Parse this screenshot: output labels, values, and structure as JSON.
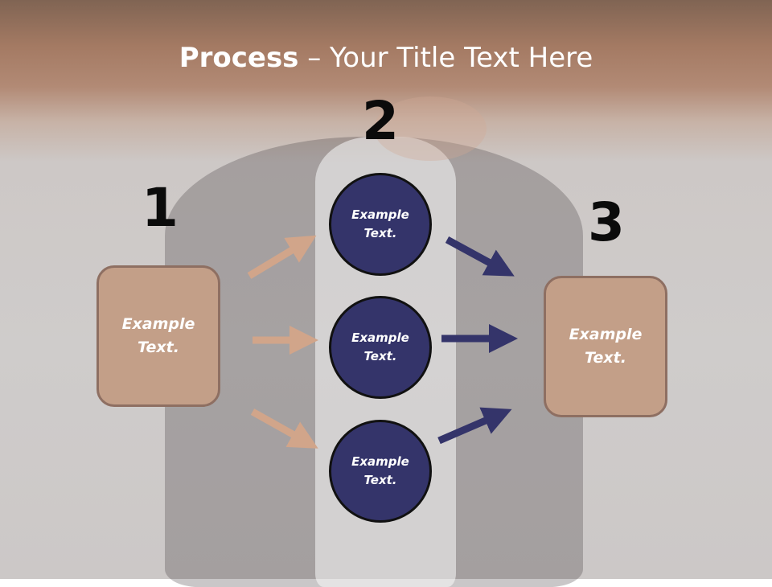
{
  "title": {
    "bold": "Process",
    "rest": " – Your Title Text Here"
  },
  "steps": [
    {
      "number": "1",
      "text": "Example\nText."
    },
    {
      "number": "2",
      "nodes": [
        {
          "text": "Example\nText."
        },
        {
          "text": "Example\nText."
        },
        {
          "text": "Example\nText."
        }
      ]
    },
    {
      "number": "3",
      "text": "Example\nText."
    }
  ],
  "colors": {
    "box_fill": "#c39f88",
    "box_border": "#8e6f62",
    "circle_fill": "#34346a",
    "arrow_left": "#d1a58a",
    "arrow_right": "#34346a"
  }
}
